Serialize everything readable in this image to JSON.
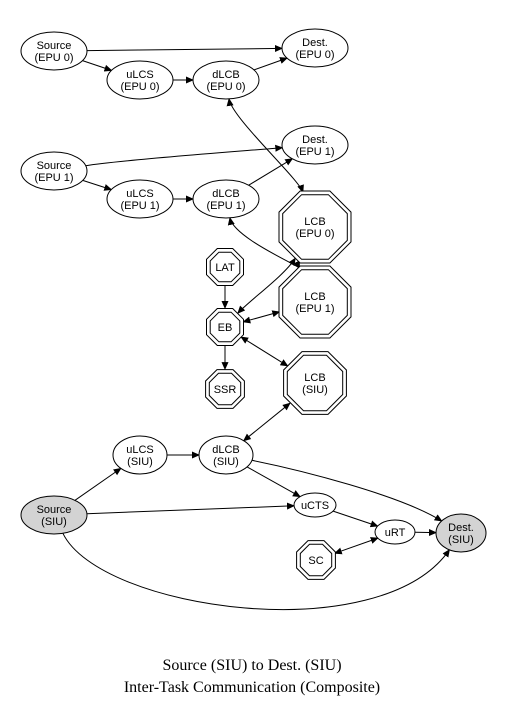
{
  "diagram": {
    "title_line1": "Source (SIU) to Dest. (SIU)",
    "title_line2": "Inter-Task Communication (Composite)",
    "nodes": [
      {
        "id": "src_epu0",
        "lines": [
          "Source",
          "(EPU 0)"
        ],
        "shape": "ellipse",
        "fill": "#ffffff"
      },
      {
        "id": "dest_epu0",
        "lines": [
          "Dest.",
          "(EPU 0)"
        ],
        "shape": "ellipse",
        "fill": "#ffffff"
      },
      {
        "id": "ulcs_epu0",
        "lines": [
          "uLCS",
          "(EPU 0)"
        ],
        "shape": "ellipse",
        "fill": "#ffffff"
      },
      {
        "id": "dlcb_epu0",
        "lines": [
          "dLCB",
          "(EPU 0)"
        ],
        "shape": "ellipse",
        "fill": "#ffffff"
      },
      {
        "id": "src_epu1",
        "lines": [
          "Source",
          "(EPU 1)"
        ],
        "shape": "ellipse",
        "fill": "#ffffff"
      },
      {
        "id": "dest_epu1",
        "lines": [
          "Dest.",
          "(EPU 1)"
        ],
        "shape": "ellipse",
        "fill": "#ffffff"
      },
      {
        "id": "ulcs_epu1",
        "lines": [
          "uLCS",
          "(EPU 1)"
        ],
        "shape": "ellipse",
        "fill": "#ffffff"
      },
      {
        "id": "dlcb_epu1",
        "lines": [
          "dLCB",
          "(EPU 1)"
        ],
        "shape": "ellipse",
        "fill": "#ffffff"
      },
      {
        "id": "lcb_epu0",
        "lines": [
          "LCB",
          "(EPU 0)"
        ],
        "shape": "double-octagon",
        "fill": "#ffffff"
      },
      {
        "id": "lat",
        "lines": [
          "LAT"
        ],
        "shape": "double-octagon",
        "fill": "#ffffff"
      },
      {
        "id": "lcb_epu1",
        "lines": [
          "LCB",
          "(EPU 1)"
        ],
        "shape": "double-octagon",
        "fill": "#ffffff"
      },
      {
        "id": "eb",
        "lines": [
          "EB"
        ],
        "shape": "double-octagon",
        "fill": "#ffffff"
      },
      {
        "id": "ssr",
        "lines": [
          "SSR"
        ],
        "shape": "double-octagon",
        "fill": "#ffffff"
      },
      {
        "id": "lcb_siu",
        "lines": [
          "LCB",
          "(SIU)"
        ],
        "shape": "double-octagon",
        "fill": "#ffffff"
      },
      {
        "id": "ulcs_siu",
        "lines": [
          "uLCS",
          "(SIU)"
        ],
        "shape": "ellipse",
        "fill": "#ffffff"
      },
      {
        "id": "dlcb_siu",
        "lines": [
          "dLCB",
          "(SIU)"
        ],
        "shape": "ellipse",
        "fill": "#ffffff"
      },
      {
        "id": "src_siu",
        "lines": [
          "Source",
          "(SIU)"
        ],
        "shape": "ellipse",
        "fill": "#d3d3d3"
      },
      {
        "id": "ucts",
        "lines": [
          "uCTS"
        ],
        "shape": "ellipse",
        "fill": "#ffffff"
      },
      {
        "id": "urt",
        "lines": [
          "uRT"
        ],
        "shape": "ellipse",
        "fill": "#ffffff"
      },
      {
        "id": "dest_siu",
        "lines": [
          "Dest.",
          "(SIU)"
        ],
        "shape": "ellipse-bold",
        "fill": "#d3d3d3"
      },
      {
        "id": "sc",
        "lines": [
          "SC"
        ],
        "shape": "double-octagon",
        "fill": "#ffffff"
      }
    ],
    "edges": [
      {
        "from": "src_epu0",
        "to": "dest_epu0",
        "dir": "forward"
      },
      {
        "from": "src_epu0",
        "to": "ulcs_epu0",
        "dir": "forward"
      },
      {
        "from": "ulcs_epu0",
        "to": "dlcb_epu0",
        "dir": "forward"
      },
      {
        "from": "dlcb_epu0",
        "to": "dest_epu0",
        "dir": "forward"
      },
      {
        "from": "dlcb_epu0",
        "to": "lcb_epu0",
        "dir": "both"
      },
      {
        "from": "src_epu1",
        "to": "dest_epu1",
        "dir": "forward"
      },
      {
        "from": "src_epu1",
        "to": "ulcs_epu1",
        "dir": "forward"
      },
      {
        "from": "ulcs_epu1",
        "to": "dlcb_epu1",
        "dir": "forward"
      },
      {
        "from": "dlcb_epu1",
        "to": "dest_epu1",
        "dir": "forward"
      },
      {
        "from": "dlcb_epu1",
        "to": "lcb_epu1",
        "dir": "both"
      },
      {
        "from": "lat",
        "to": "eb",
        "dir": "forward"
      },
      {
        "from": "eb",
        "to": "lcb_epu0",
        "dir": "both"
      },
      {
        "from": "eb",
        "to": "lcb_epu1",
        "dir": "both"
      },
      {
        "from": "eb",
        "to": "ssr",
        "dir": "forward"
      },
      {
        "from": "eb",
        "to": "lcb_siu",
        "dir": "both"
      },
      {
        "from": "src_siu",
        "to": "ulcs_siu",
        "dir": "forward"
      },
      {
        "from": "ulcs_siu",
        "to": "dlcb_siu",
        "dir": "forward"
      },
      {
        "from": "dlcb_siu",
        "to": "lcb_siu",
        "dir": "both"
      },
      {
        "from": "dlcb_siu",
        "to": "ucts",
        "dir": "forward"
      },
      {
        "from": "dlcb_siu",
        "to": "dest_siu",
        "dir": "forward"
      },
      {
        "from": "src_siu",
        "to": "ucts",
        "dir": "forward"
      },
      {
        "from": "ucts",
        "to": "urt",
        "dir": "forward"
      },
      {
        "from": "urt",
        "to": "dest_siu",
        "dir": "forward"
      },
      {
        "from": "sc",
        "to": "urt",
        "dir": "both"
      },
      {
        "from": "src_siu",
        "to": "dest_siu",
        "dir": "forward"
      }
    ]
  }
}
